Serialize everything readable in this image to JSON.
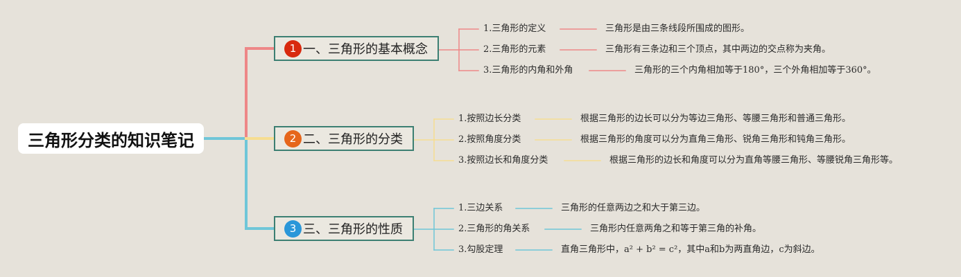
{
  "root": {
    "title": "三角形分类的知识笔记"
  },
  "colors": {
    "background": "#e6e2da",
    "branch1": "#ee8787",
    "branch2": "#f6dd91",
    "branch3": "#6fc6d8",
    "badge1": "#d8290e",
    "badge2": "#e6661b",
    "badge3": "#2a97d9",
    "box_border": "#3c7f72"
  },
  "branches": [
    {
      "num": "1",
      "title": "一、三角形的基本概念",
      "items": [
        {
          "label": "1.三角形的定义",
          "desc": "三角形是由三条线段所围成的图形。"
        },
        {
          "label": "2.三角形的元素",
          "desc": "三角形有三条边和三个顶点，其中两边的交点称为夹角。"
        },
        {
          "label": "3.三角形的内角和外角",
          "desc": "三角形的三个内角相加等于180°，三个外角相加等于360°。"
        }
      ]
    },
    {
      "num": "2",
      "title": "二、三角形的分类",
      "items": [
        {
          "label": "1.按照边长分类",
          "desc": "根据三角形的边长可以分为等边三角形、等腰三角形和普通三角形。"
        },
        {
          "label": "2.按照角度分类",
          "desc": "根据三角形的角度可以分为直角三角形、锐角三角形和钝角三角形。"
        },
        {
          "label": "3.按照边长和角度分类",
          "desc": "根据三角形的边长和角度可以分为直角等腰三角形、等腰锐角三角形等。"
        }
      ]
    },
    {
      "num": "3",
      "title": "三、三角形的性质",
      "items": [
        {
          "label": "1.三边关系",
          "desc": "三角形的任意两边之和大于第三边。"
        },
        {
          "label": "2.三角形的角关系",
          "desc": "三角形内任意两角之和等于第三角的补角。"
        },
        {
          "label": "3.勾股定理",
          "desc": "直角三角形中，a² + b² = c²，其中a和b为两直角边，c为斜边。"
        }
      ]
    }
  ]
}
